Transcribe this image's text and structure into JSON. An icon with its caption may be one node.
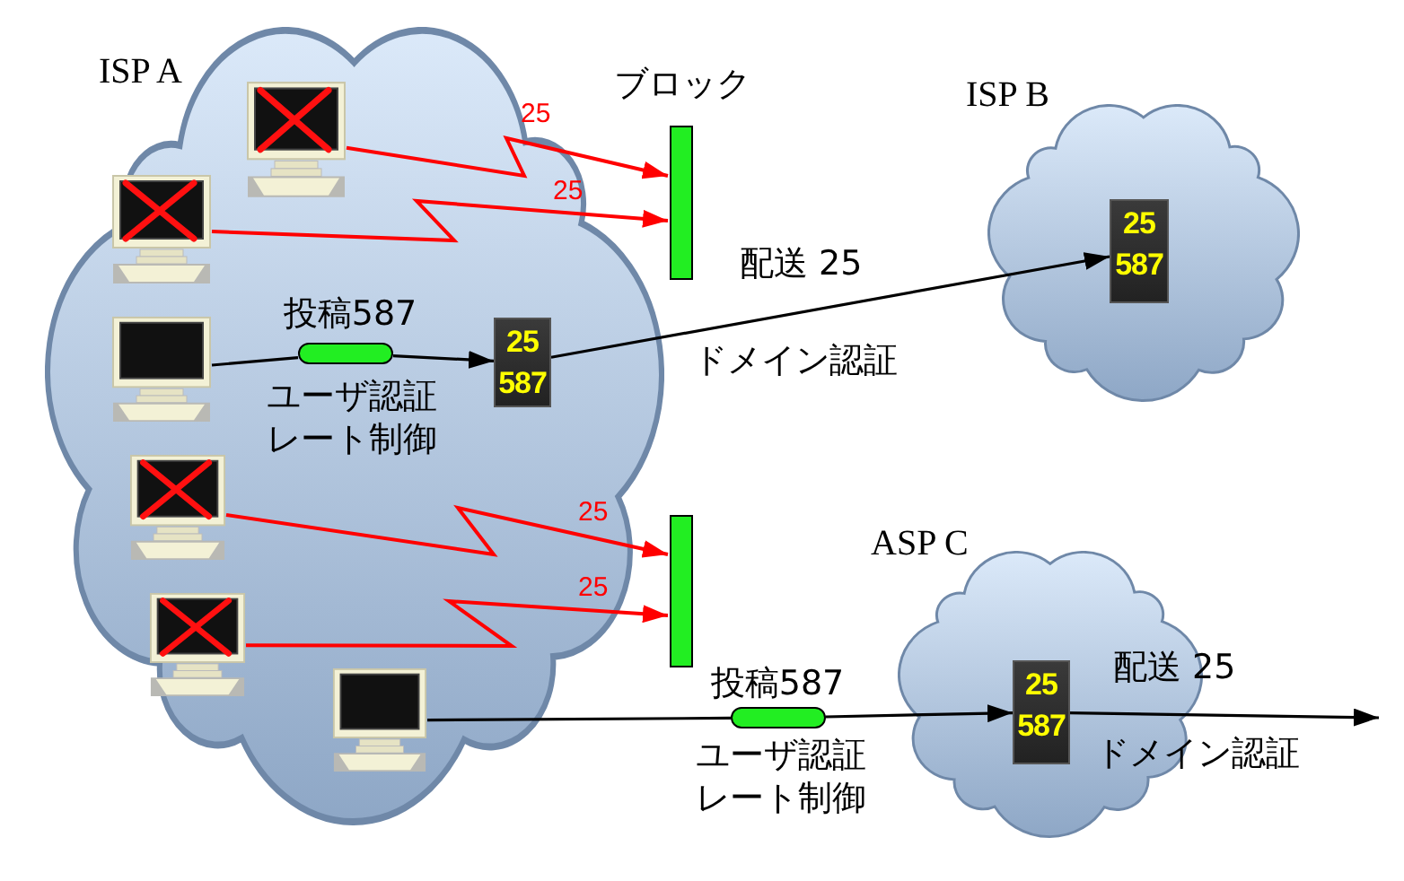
{
  "diagram": {
    "nodes": [
      {
        "text": [
          "ISP A"
        ]
      },
      {
        "text": [],
        "shape": "computer",
        "in": 0
      },
      {
        "text": [],
        "shape": "computer",
        "in": 0
      },
      {
        "text": [],
        "shape": "computer",
        "in": 0
      },
      {
        "text": [],
        "shape": "capsule",
        "in": 0,
        "beside": [
          "投稿587",
          "ユーザ認証",
          "レート制御"
        ]
      },
      {
        "text": [
          "25",
          "587"
        ],
        "in": 0
      },
      {
        "text": [],
        "shape": "computer",
        "in": 0
      },
      {
        "text": [],
        "shape": "computer",
        "in": 0
      },
      {
        "text": [],
        "shape": "computer",
        "in": 0
      },
      {
        "text": [],
        "shape": "bar",
        "beside": [
          "ブロック"
        ]
      },
      {
        "text": [],
        "shape": "bar"
      },
      {
        "text": [
          "ISP B"
        ]
      },
      {
        "text": [
          "25",
          "587"
        ],
        "in": 11
      },
      {
        "text": [
          "ASP C"
        ]
      },
      {
        "text": [
          "25",
          "587"
        ],
        "in": 13
      },
      {
        "text": [],
        "shape": "capsule",
        "beside": [
          "投稿587",
          "ユーザ認証",
          "レート制御"
        ]
      }
    ],
    "edges": [
      {
        "from": 1,
        "to": 9,
        "arrow": "to",
        "label": "25",
        "color": "#ff0000"
      },
      {
        "from": 2,
        "to": 9,
        "arrow": "to",
        "label": "25",
        "color": "#ff0000"
      },
      {
        "from": 3,
        "to": 4,
        "arrow": "none"
      },
      {
        "from": 4,
        "to": 5,
        "arrow": "to"
      },
      {
        "from": 5,
        "to": 12,
        "arrow": "to",
        "label": "配送 25"
      },
      {
        "from": 6,
        "to": 10,
        "arrow": "to",
        "label": "25",
        "color": "#ff0000"
      },
      {
        "from": 7,
        "to": 10,
        "arrow": "to",
        "label": "25",
        "color": "#ff0000"
      },
      {
        "from": 8,
        "to": 15,
        "arrow": "none"
      },
      {
        "from": 15,
        "to": 14,
        "arrow": "to"
      },
      {
        "from": 14,
        "to": null,
        "arrow": "to",
        "label": "配送 25"
      }
    ],
    "labels": [
      "ドメイン認証",
      "ドメイン認証"
    ]
  }
}
